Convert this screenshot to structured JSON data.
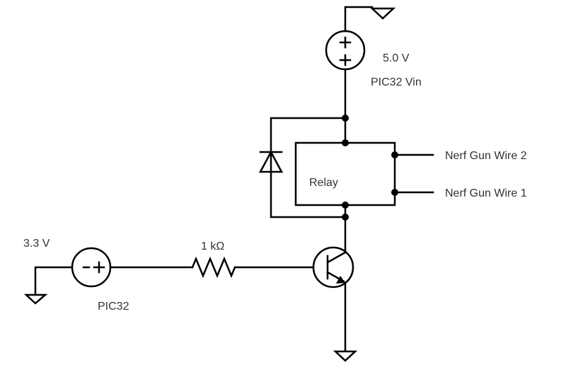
{
  "labels": {
    "vin_voltage": "5.0 V",
    "vin_name": "PIC32 Vin",
    "relay": "Relay",
    "wire2": "Nerf Gun Wire 2",
    "wire1": "Nerf Gun Wire 1",
    "pic_voltage": "3.3 V",
    "pic_name": "PIC32",
    "resistor": "1 kΩ"
  },
  "colors": {
    "wire": "#000000",
    "text": "#333333",
    "background": "#ffffff"
  }
}
